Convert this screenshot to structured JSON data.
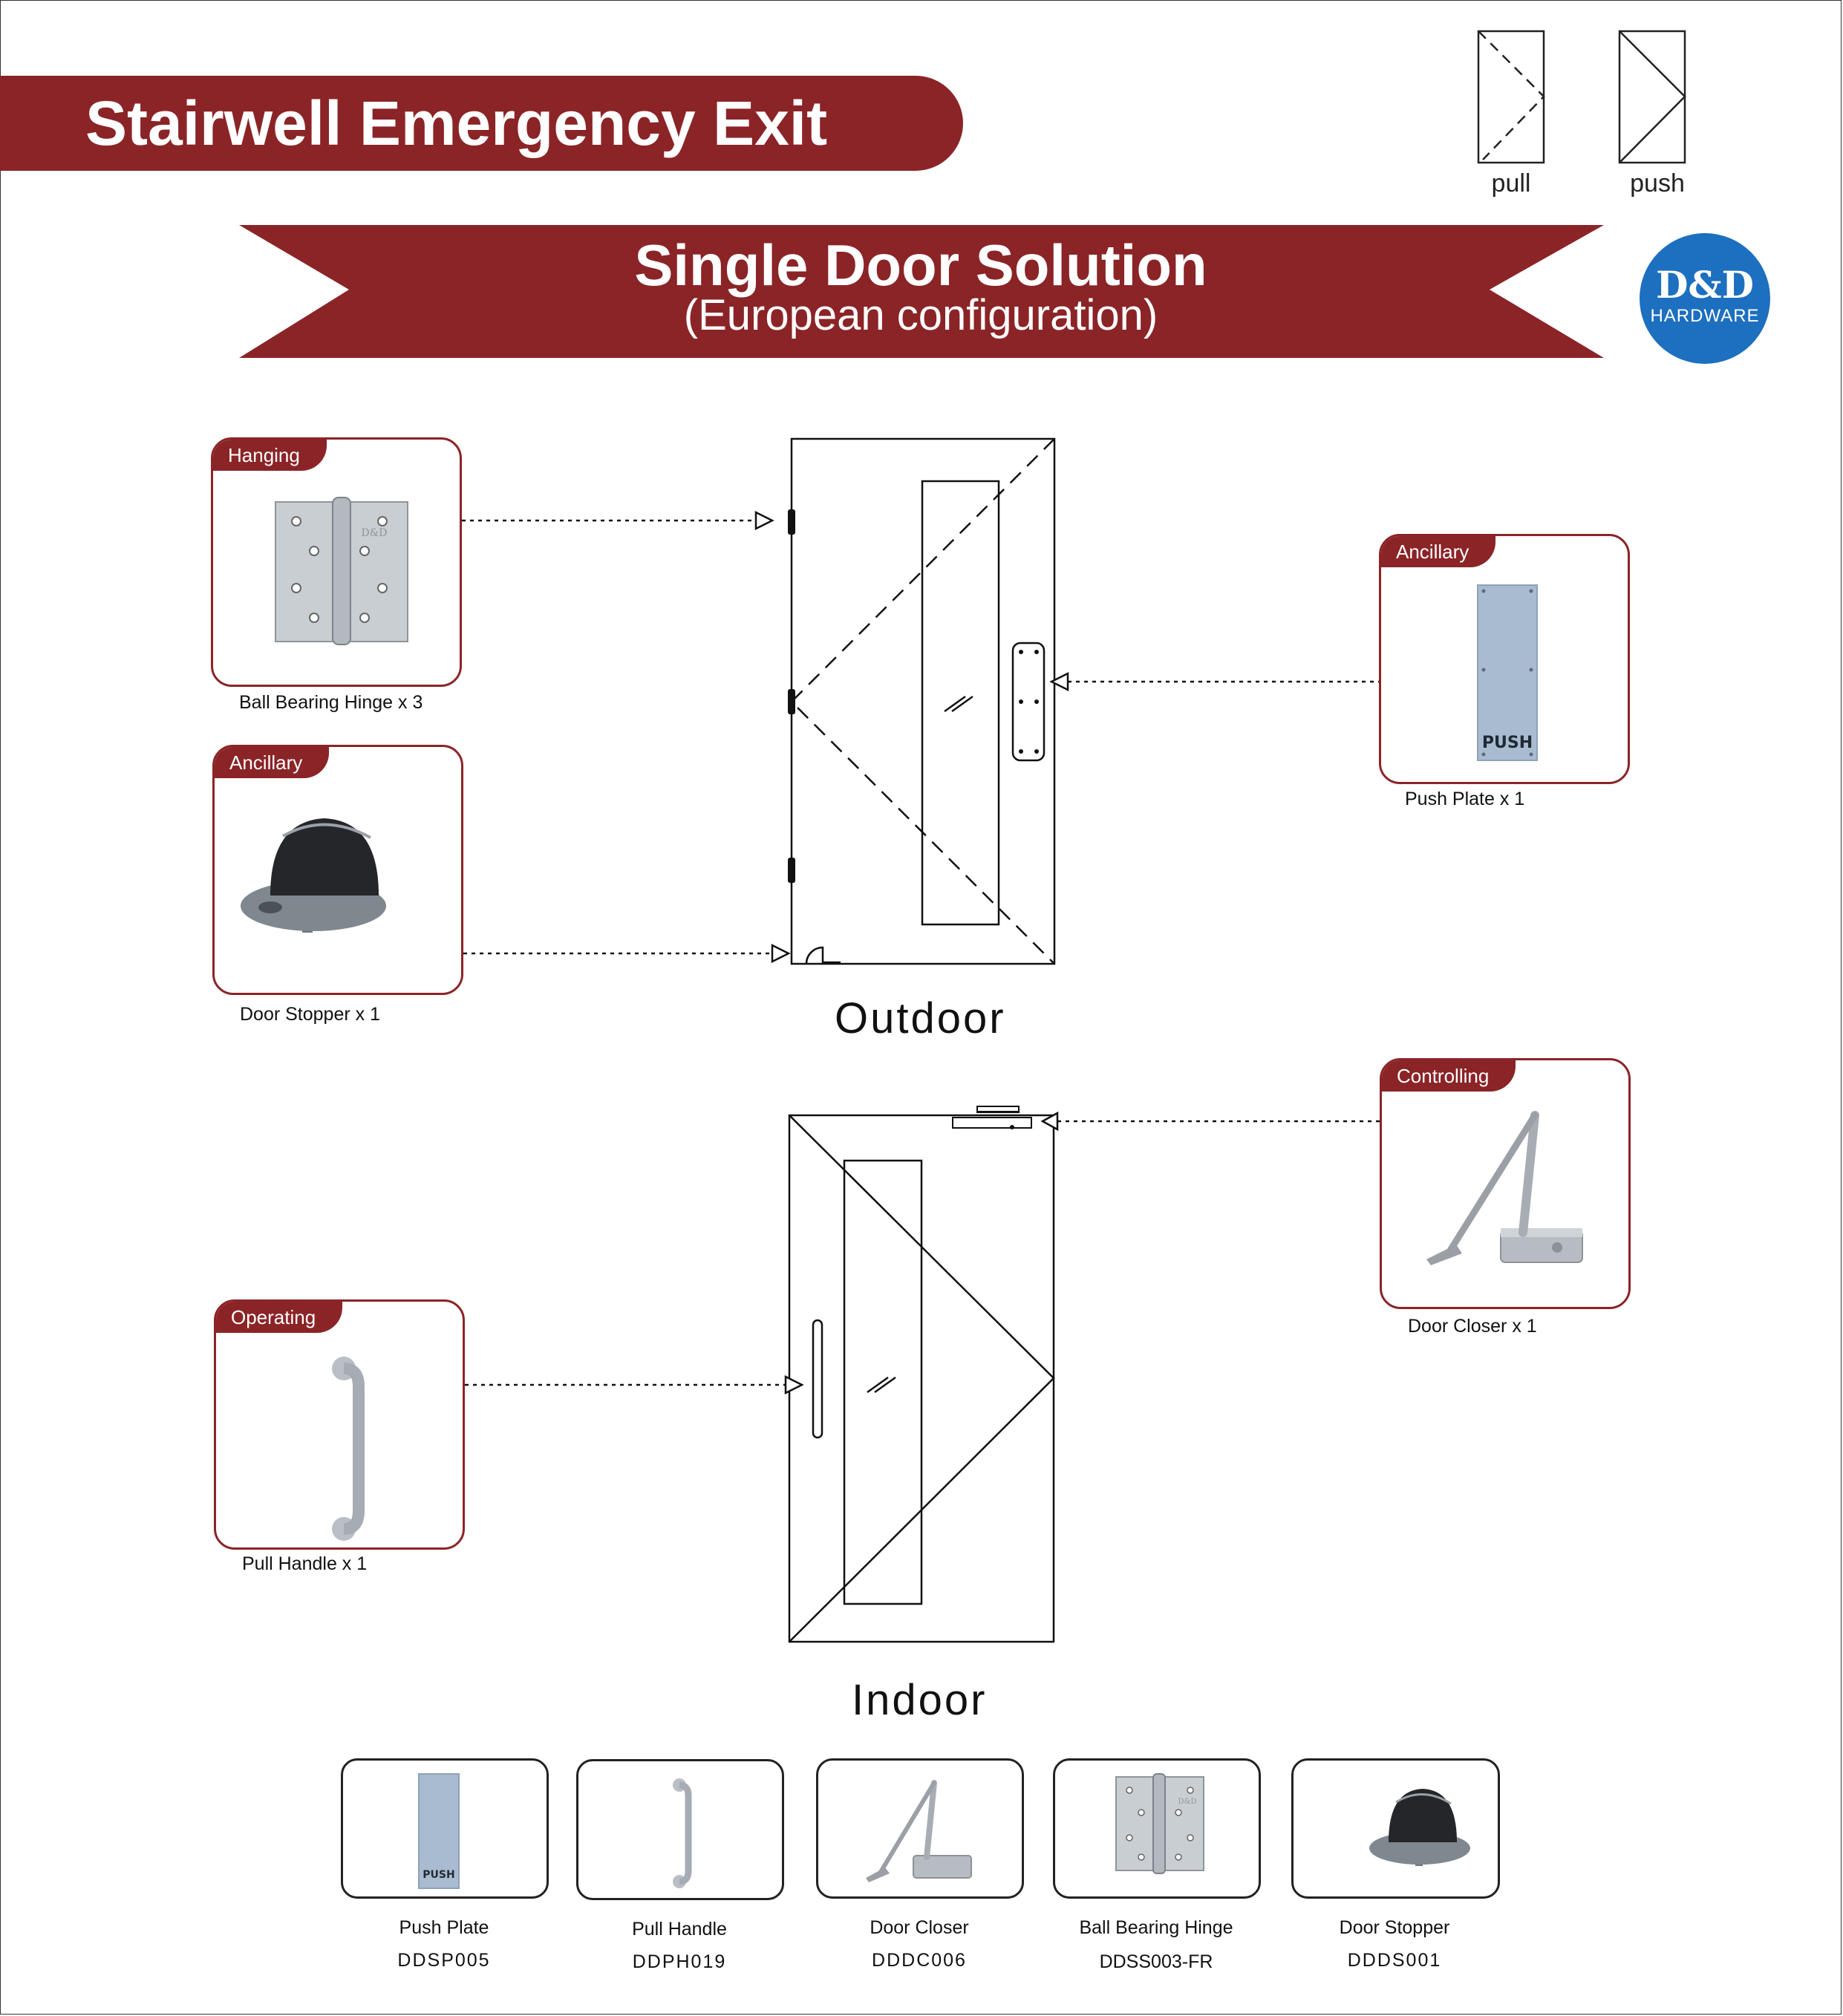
{
  "header": {
    "title": "Stairwell Emergency Exit",
    "legend": {
      "pull_label": "pull",
      "push_label": "push"
    }
  },
  "banner": {
    "title": "Single Door Solution",
    "subtitle": "(European configuration)"
  },
  "logo": {
    "main": "D&D",
    "sub": "HARDWARE"
  },
  "colors": {
    "brand": "#8b2427",
    "logo_blue": "#1d6fbf"
  },
  "views": {
    "outdoor_label": "Outdoor",
    "indoor_label": "Indoor"
  },
  "callouts": {
    "hinge": {
      "tag": "Hanging",
      "caption": "Ball Bearing Hinge x 3",
      "logo_text": "D&D"
    },
    "stopper": {
      "tag": "Ancillary",
      "caption": "Door Stopper x 1"
    },
    "push_plate": {
      "tag": "Ancillary",
      "caption": "Push Plate x 1",
      "plate_text": "PUSH"
    },
    "closer": {
      "tag": "Controlling",
      "caption": "Door Closer x 1"
    },
    "pull_handle": {
      "tag": "Operating",
      "caption": "Pull Handle x 1"
    }
  },
  "products": [
    {
      "name": "Push Plate",
      "code": "DDSP005",
      "plate_text": "PUSH"
    },
    {
      "name": "Pull Handle",
      "code": "DDPH019"
    },
    {
      "name": "Door Closer",
      "code": "DDDC006"
    },
    {
      "name": "Ball Bearing Hinge",
      "code": "DDSS003-FR",
      "logo_text": "D&D"
    },
    {
      "name": "Door Stopper",
      "code": "DDDS001"
    }
  ]
}
